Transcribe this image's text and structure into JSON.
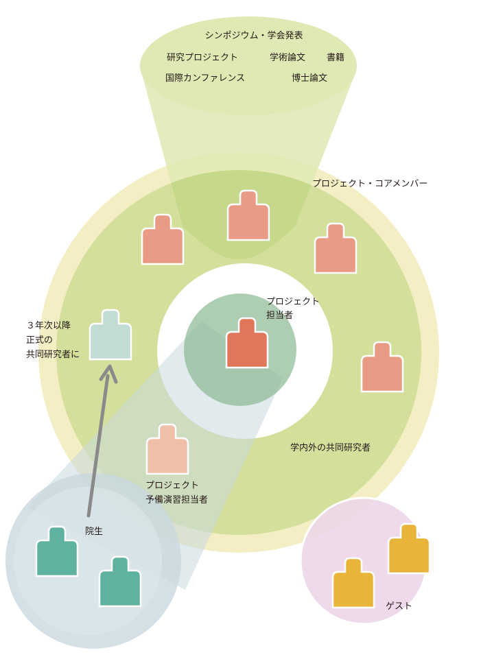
{
  "outputs": {
    "line1": "シンポジウム・学会発表",
    "line2a": "研究プロジェクト",
    "line2b": "学術論文",
    "line2c": "書籍",
    "line3a": "国際カンファレンス",
    "line3b": "博士論文"
  },
  "labels": {
    "core_members": "プロジェクト・コアメンバー",
    "project_lead_line1": "プロジェクト",
    "project_lead_line2": "担当者",
    "promotion_line1": "３年次以降",
    "promotion_line2": "正式の",
    "promotion_line3": "共同研究者に",
    "collaborators": "学内外の共同研究者",
    "prep_seminar_line1": "プロジェクト",
    "prep_seminar_line2": "予備演習担当者",
    "grad_students": "院生",
    "guests": "ゲスト"
  },
  "colors": {
    "outer_ring": "#f3eec4",
    "core_ring": "#d4df9c",
    "output_bubble": "#dfe9b4",
    "funnel": "#c6d98a",
    "project_lead_circle": "#82b48a",
    "grad_bubble": "#c9d8df",
    "guest_bubble": "#ecd6e8",
    "core_member_figure": "#e89b85",
    "project_lead_figure": "#e0765a",
    "prep_figure": "#f0bfaa",
    "future_figure": "#c3dbd5",
    "grad_figure": "#5eb29f",
    "guest_figure": "#e8b53a",
    "arrow": "#8a8a8a"
  },
  "icons": [
    "person-icon"
  ]
}
